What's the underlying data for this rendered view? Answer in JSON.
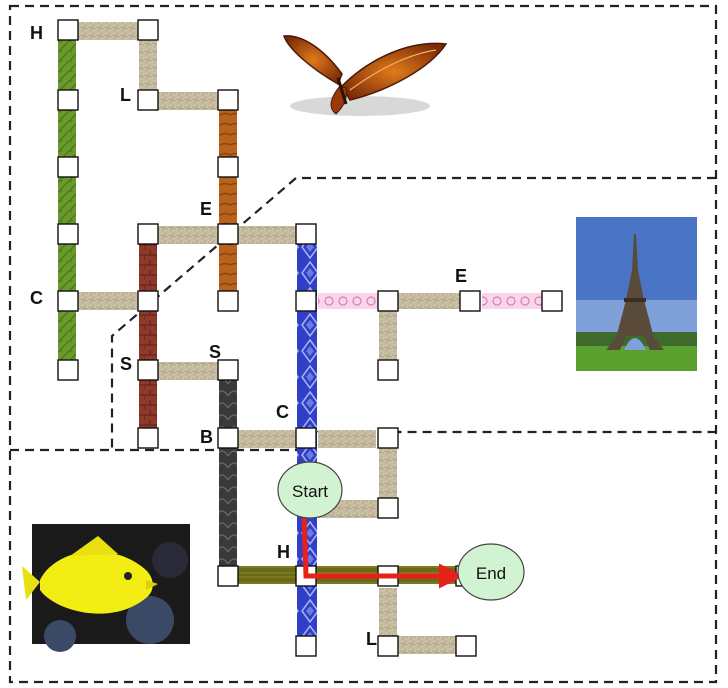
{
  "regions": [
    {
      "id": "butterfly-region",
      "image": "butterfly"
    },
    {
      "id": "paris-region",
      "image": "eiffel-tower"
    },
    {
      "id": "fish-region",
      "image": "yellow-fish"
    }
  ],
  "paths": [
    {
      "id": "path-green",
      "color": "#6a9a2c",
      "texture": "leaf"
    },
    {
      "id": "path-orange",
      "color": "#b8621c",
      "texture": "wood"
    },
    {
      "id": "path-darkred",
      "color": "#8e3a2a",
      "texture": "brick"
    },
    {
      "id": "path-blue",
      "color": "#2f3fc8",
      "texture": "diamond"
    },
    {
      "id": "path-pink",
      "color": "#f2b8d8",
      "texture": "lace"
    },
    {
      "id": "path-charcoal",
      "color": "#3a3a3a",
      "texture": "scale"
    },
    {
      "id": "path-olive",
      "color": "#6b6a18",
      "texture": "grain"
    },
    {
      "id": "path-beige",
      "color": "#c9bfa4",
      "texture": "stone"
    }
  ],
  "letters": {
    "H1": "H",
    "L1": "L",
    "E1": "E",
    "C1": "C",
    "S1": "S",
    "S2": "S",
    "E2": "E",
    "C2": "C",
    "B1": "B",
    "H2": "H",
    "L2": "L"
  },
  "start_label": "Start",
  "end_label": "End",
  "route_color": "#e8201a",
  "node_fill": "#ffffff",
  "bubble_fill": "#d2f3d2"
}
